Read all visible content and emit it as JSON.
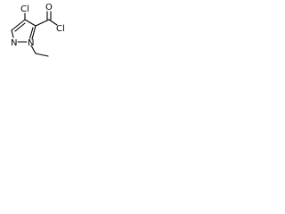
{
  "molecule": {
    "atoms": {
      "cl_ring": "Cl",
      "o_carbonyl": "O",
      "cl_acyl": "Cl",
      "n_ring": "N",
      "n_ethyl": "N"
    }
  },
  "colors": {
    "ink": "#000000",
    "background": "#ffffff"
  }
}
